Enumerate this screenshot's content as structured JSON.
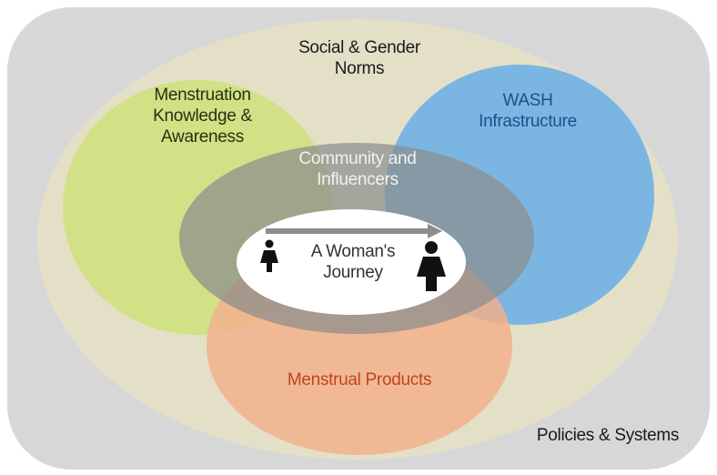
{
  "outer": {
    "label": "Policies & Systems",
    "fill": "#d7d7d7"
  },
  "norms": {
    "label_lines": [
      "Social & Gender",
      "Norms"
    ],
    "fill": "#e4e0c8",
    "text_color": "#1a1a1a"
  },
  "knowledge": {
    "label_lines": [
      "Menstruation",
      "Knowledge &",
      "Awareness"
    ],
    "fill": "#cfe07a",
    "text_color": "#2a3010"
  },
  "wash": {
    "label_lines": [
      "WASH",
      "Infrastructure"
    ],
    "fill": "#6fb1e4",
    "text_color": "#1f4e8c"
  },
  "products": {
    "label": "Menstrual Products",
    "fill": "#f2b08c",
    "text_color": "#c0451c"
  },
  "community": {
    "label_lines": [
      "Community and",
      "Influencers"
    ],
    "fill": "#8a8e8c",
    "text_color": "#f2f2f2"
  },
  "journey": {
    "label_lines": [
      "A Woman's",
      "Journey"
    ],
    "fill": "#ffffff",
    "text_color": "#333333",
    "arrow_color": "#8c8c8c"
  }
}
